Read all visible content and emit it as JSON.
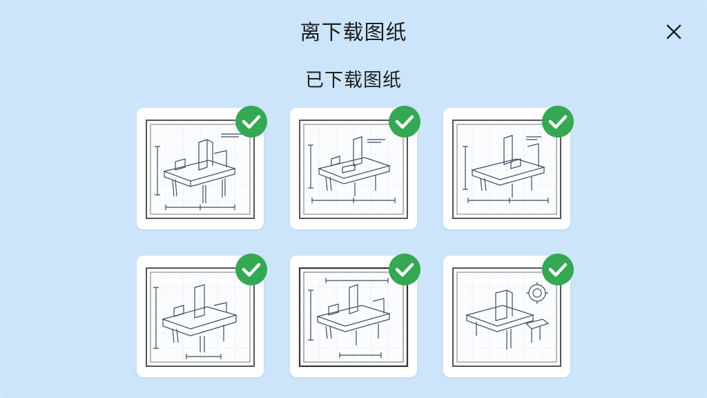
{
  "dialog": {
    "title": "离下载图纸",
    "subtitle": "已下载图纸",
    "close_icon": "close-icon"
  },
  "colors": {
    "background": "#cce5fb",
    "card": "#ffffff",
    "check": "#34a853",
    "sketch": "#3c4a5a"
  },
  "drawings": [
    {
      "id": 1,
      "icon": "blueprint-drawing",
      "downloaded": true,
      "badge_icon": "check-badge-icon"
    },
    {
      "id": 2,
      "icon": "blueprint-drawing",
      "downloaded": true,
      "badge_icon": "check-badge-icon"
    },
    {
      "id": 3,
      "icon": "blueprint-drawing",
      "downloaded": true,
      "badge_icon": "check-badge-icon"
    },
    {
      "id": 4,
      "icon": "blueprint-drawing",
      "downloaded": true,
      "badge_icon": "check-badge-icon"
    },
    {
      "id": 5,
      "icon": "blueprint-drawing",
      "downloaded": true,
      "badge_icon": "check-badge-icon"
    },
    {
      "id": 6,
      "icon": "blueprint-drawing",
      "downloaded": true,
      "badge_icon": "check-badge-icon"
    }
  ]
}
